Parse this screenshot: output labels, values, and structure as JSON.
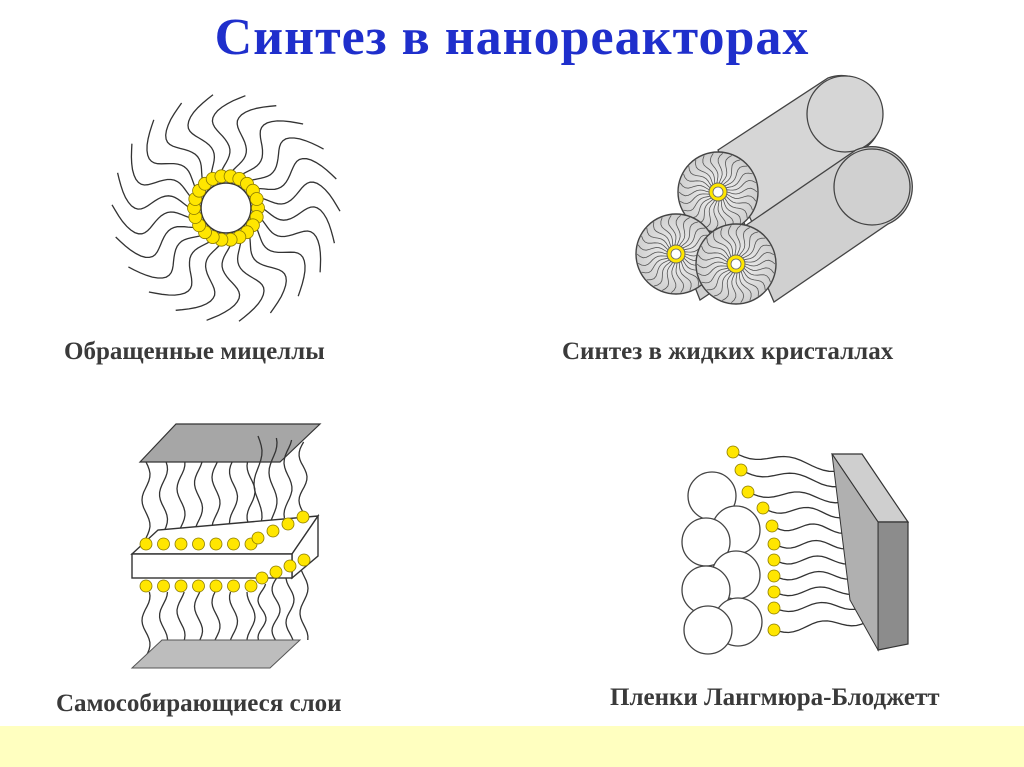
{
  "title": "Синтез в нанореакторах",
  "captions": {
    "micelles": "Обращенные мицеллы",
    "liquid_crystals": "Синтез в жидких кристаллах",
    "self_assembled": "Самособирающиеся слои",
    "langmuir": "Пленки Лангмюра-Блоджетт"
  },
  "colors": {
    "title": "#1f2fcc",
    "head_group": "#ffe600",
    "cylinder": "#d4d4d4",
    "plate": "#a6a6a6",
    "footer_band": "#ffffc0"
  }
}
